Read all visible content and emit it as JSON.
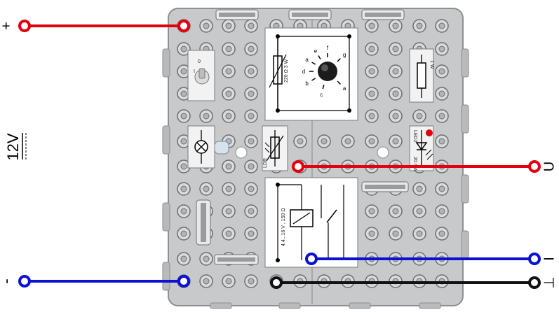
{
  "supply": {
    "plus_label": "+",
    "minus_label": "-",
    "voltage_label": "12V"
  },
  "outputs": {
    "u_label": "U",
    "i_label": "I",
    "ground_label": "⊥"
  },
  "modules": {
    "switch": {
      "on_label": "0",
      "off_label": "I"
    },
    "potentiometer": {
      "spec_label": "220 Ω  3 W",
      "taps": [
        "a",
        "b",
        "c",
        "d",
        "e",
        "f",
        "g",
        "a"
      ]
    },
    "resistor_right": {
      "spec_label": "1 W"
    },
    "led": {
      "name_label": "LED2",
      "spec_label": "20 mA"
    },
    "ldr": {
      "name_label": "LDR"
    },
    "relay": {
      "spec_label": "4.4...16 V , 150 Ω"
    }
  },
  "colors": {
    "positive_wire": "#e3000f",
    "negative_wire": "#0a10d6",
    "ground_wire": "#111111",
    "board": "#c8c9cb",
    "board_edge": "#8e8f92"
  },
  "icons": [
    "switch-icon",
    "lamp-icon",
    "resistor-icon",
    "led-icon",
    "ldr-icon",
    "relay-icon",
    "knob-icon"
  ]
}
